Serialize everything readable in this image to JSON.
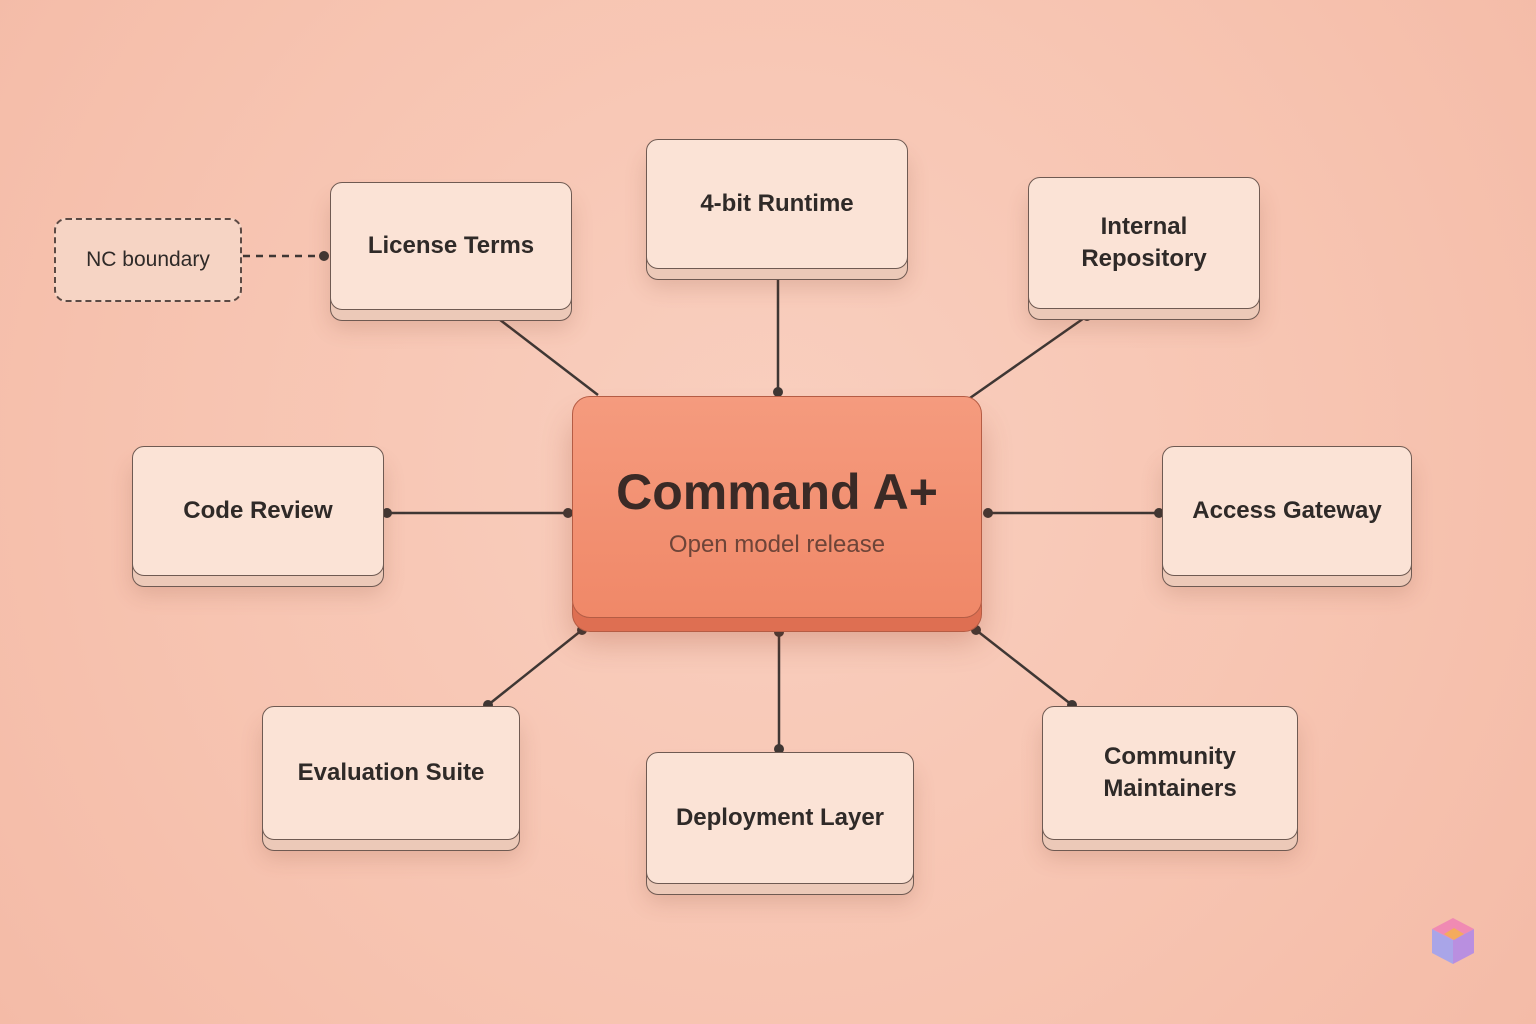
{
  "diagram": {
    "hub": {
      "title": "Command A+",
      "subtitle": "Open model release"
    },
    "nodes": {
      "license_terms": "License Terms",
      "runtime": "4-bit Runtime",
      "internal_repository": "Internal\nRepository",
      "code_review": "Code Review",
      "access_gateway": "Access Gateway",
      "evaluation_suite": "Evaluation Suite",
      "deployment_layer": "Deployment Layer",
      "community_maintainers": "Community\nMaintainers"
    },
    "boundary": {
      "label": "NC boundary"
    }
  },
  "colors": {
    "background": "#f8c9b7",
    "hub": "#f08868",
    "node": "#fbe3d6",
    "line": "#3f3734"
  }
}
